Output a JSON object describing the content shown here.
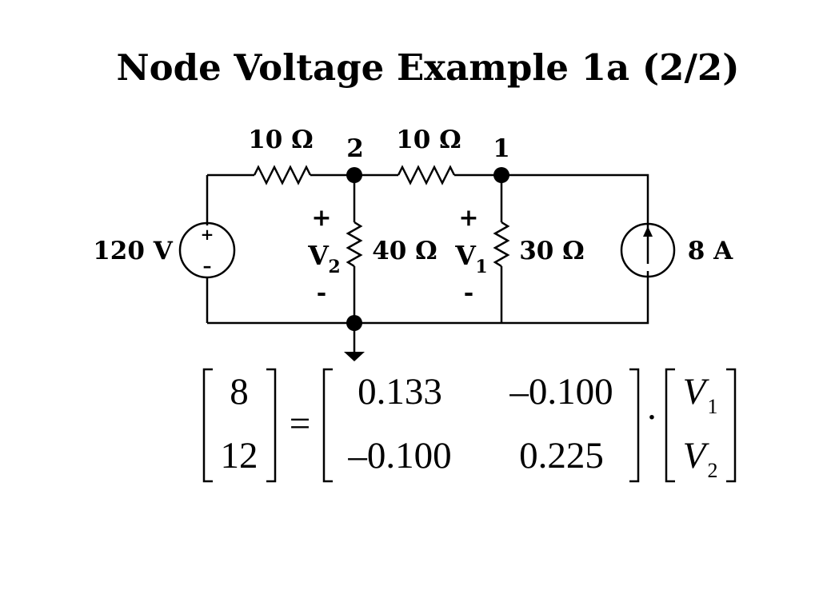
{
  "slide": {
    "title": "Node Voltage Example 1a (2/2)"
  },
  "circuit": {
    "labels": {
      "r_left": "10 Ω",
      "r_middle": "10 Ω",
      "r_40": "40 Ω",
      "r_30": "30 Ω",
      "node2": "2",
      "node1": "1",
      "vsource": "120 V",
      "isource": "8 A",
      "v2_plus": "+",
      "v2_minus": "-",
      "v2_letter": "V",
      "v2_sub": "2",
      "v1_plus": "+",
      "v1_minus": "-",
      "v1_letter": "V",
      "v1_sub": "1",
      "vs_plus": "+",
      "vs_minus": "–"
    }
  },
  "equation": {
    "lhs": [
      "8",
      "12"
    ],
    "equals": "=",
    "matrix": [
      [
        "0.133",
        "–0.100"
      ],
      [
        "–0.100",
        "0.225"
      ]
    ],
    "dot": "·",
    "vector": [
      {
        "letter": "V",
        "sub": "1"
      },
      {
        "letter": "V",
        "sub": "2"
      }
    ]
  }
}
